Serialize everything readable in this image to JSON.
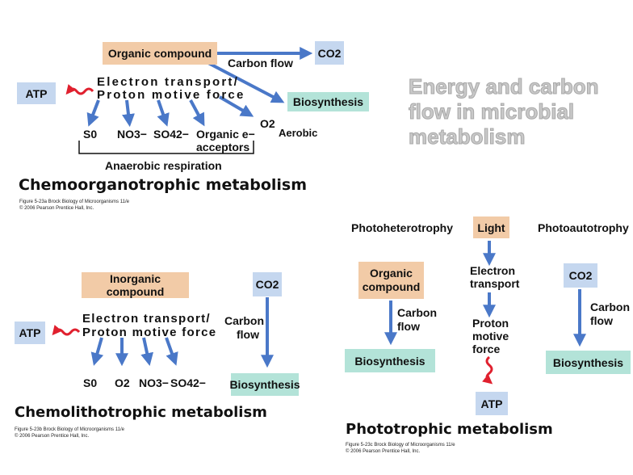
{
  "slide_title": "Energy and carbon flow in microbial metabolism",
  "panel_a": {
    "organic_compound": "Organic compound",
    "co2": "CO2",
    "carbon_flow": "Carbon flow",
    "atp": "ATP",
    "electron_transport": "Electron transport/",
    "proton_motive_force": "Proton motive force",
    "biosynthesis": "Biosynthesis",
    "acceptors": [
      "S0",
      "NO3−",
      "SO42−",
      "Organic e−",
      "acceptors",
      "O2"
    ],
    "aerobic": "Aerobic",
    "anaerobic_respiration": "Anaerobic respiration",
    "heading": "Chemoorganotrophic metabolism",
    "caption_1": "Figure 5-23a  Brock Biology of Microorganisms 11/e",
    "caption_2": "© 2006 Pearson Prentice Hall, Inc."
  },
  "panel_b": {
    "inorganic_compound": "Inorganic compound",
    "co2": "CO2",
    "carbon_flow_1": "Carbon",
    "carbon_flow_2": "flow",
    "atp": "ATP",
    "electron_transport": "Electron transport/",
    "proton_motive_force": "Proton motive force",
    "biosynthesis": "Biosynthesis",
    "acceptors": [
      "S0",
      "O2",
      "NO3−",
      "SO42−"
    ],
    "heading": "Chemolithotrophic metabolism",
    "caption_1": "Figure 5-23b  Brock Biology of Microorganisms 11/e",
    "caption_2": "© 2006 Pearson Prentice Hall, Inc."
  },
  "panel_c": {
    "photoheterotrophy": "Photoheterotrophy",
    "light": "Light",
    "photoautotrophy": "Photoautotrophy",
    "organic_compound_1": "Organic",
    "organic_compound_2": "compound",
    "carbon_flow_1": "Carbon",
    "carbon_flow_2": "flow",
    "biosynthesis_left": "Biosynthesis",
    "electron_transport_1": "Electron",
    "electron_transport_2": "transport",
    "proton_1": "Proton",
    "proton_2": "motive",
    "proton_3": "force",
    "atp": "ATP",
    "co2": "CO2",
    "carbon_flow_right_1": "Carbon",
    "carbon_flow_right_2": "flow",
    "biosynthesis_right": "Biosynthesis",
    "heading": "Phototrophic metabolism",
    "caption_1": "Figure 5-23c  Brock Biology of Microorganisms 11/e",
    "caption_2": "© 2006 Pearson Prentice Hall, Inc."
  },
  "colors": {
    "arrow_blue": "#4a78c8",
    "arrow_red": "#e0202e",
    "box_tan": "#f2cba7",
    "box_blue": "#c5d7ef",
    "box_green": "#b3e3d8",
    "title_grey": "#c9c9c9"
  }
}
